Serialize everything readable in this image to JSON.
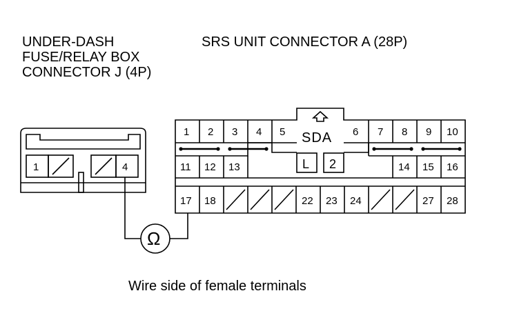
{
  "fuse_connector": {
    "title_lines": [
      "UNDER-DASH",
      "FUSE/RELAY BOX",
      "CONNECTOR J (4P)"
    ],
    "pins": [
      "1",
      "4"
    ]
  },
  "srs_connector": {
    "title": "SRS UNIT CONNECTOR A (28P)",
    "tab_label": "SDA",
    "box_labels": [
      "L",
      "2"
    ],
    "row1": [
      "1",
      "2",
      "3",
      "4",
      "5",
      "6",
      "7",
      "8",
      "9",
      "10"
    ],
    "row2": [
      "11",
      "12",
      "13",
      "14",
      "15",
      "16"
    ],
    "row3": [
      "17",
      "18",
      "22",
      "23",
      "24",
      "27",
      "28"
    ]
  },
  "meter_symbol": "Ω",
  "caption": "Wire side of female terminals"
}
